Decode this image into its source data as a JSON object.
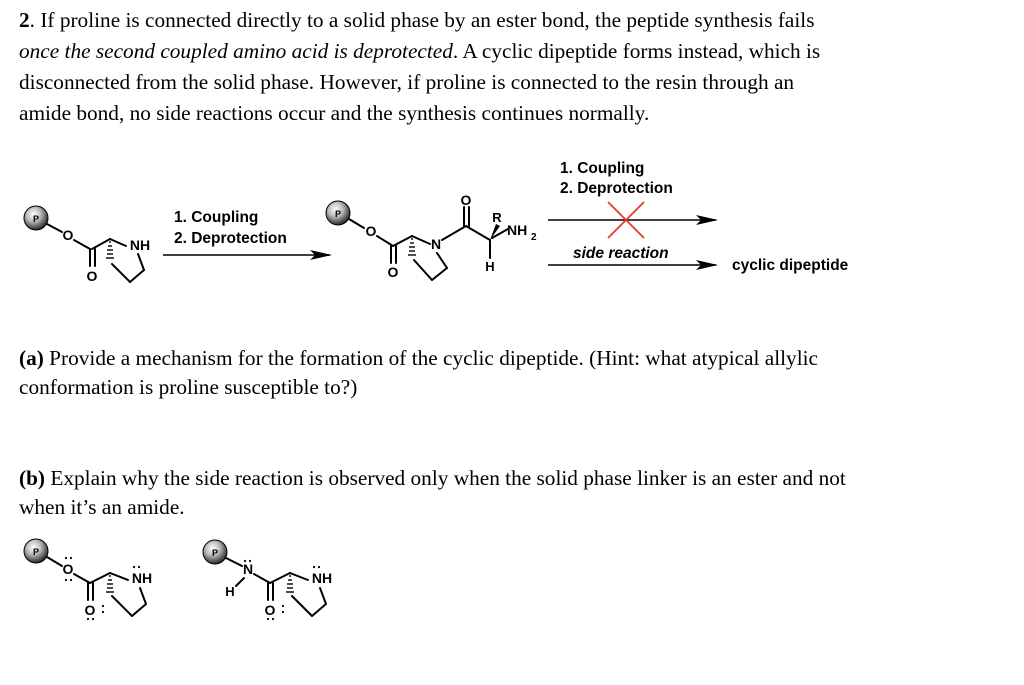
{
  "problem": {
    "number": "2",
    "intro_lines": [
      "If proline is connected directly to a solid phase by an ester bond, the peptide synthesis fails",
      "once the second coupled amino acid is deprotected",
      ". A cyclic dipeptide forms instead, which is",
      "disconnected from the solid phase.  However, if proline is connected to the resin through an",
      "amide bond, no side reactions occur and the synthesis continues normally."
    ]
  },
  "scheme": {
    "resin_label": "P",
    "step1": {
      "line1": "1. Coupling",
      "line2": "2. Deprotection"
    },
    "step2_blocked": {
      "line1": "1. Coupling",
      "line2": "2. Deprotection",
      "blocked_mark_color": "#e8392b"
    },
    "side_reaction_label": "side reaction",
    "product_label": "cyclic dipeptide",
    "atoms": {
      "O": "O",
      "NH": "NH",
      "N": "N",
      "R": "R",
      "NH2": "NH",
      "sub2": "2",
      "H": "H"
    }
  },
  "question_a": {
    "label": "(a)",
    "line1": " Provide a mechanism for the formation of the cyclic dipeptide. (Hint: what atypical allylic",
    "line2": "conformation is proline susceptible to?)"
  },
  "question_b": {
    "label": "(b)",
    "line1": " Explain why the side reaction is observed only when the solid phase linker is an ester and not",
    "line2": "when it’s an amide."
  },
  "bottom_structures": {
    "ester": {
      "resin_label": "P",
      "O_link": "O",
      "O_carbonyl": "O",
      "NH": "NH"
    },
    "amide": {
      "resin_label": "P",
      "N_link": "N",
      "H": "H",
      "O_carbonyl": "O",
      "NH": "NH"
    }
  }
}
